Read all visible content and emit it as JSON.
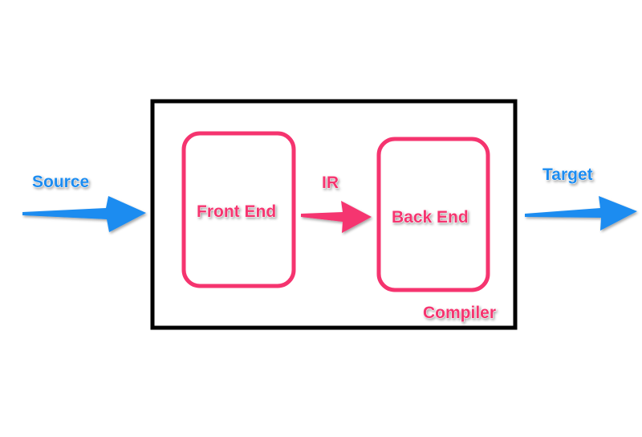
{
  "labels": {
    "source": "Source",
    "target": "Target",
    "front_end": "Front End",
    "back_end": "Back End",
    "ir": "IR",
    "compiler": "Compiler"
  },
  "colors": {
    "flow_arrow": "#1e8cf0",
    "stage": "#f5346f",
    "container": "#000000"
  }
}
